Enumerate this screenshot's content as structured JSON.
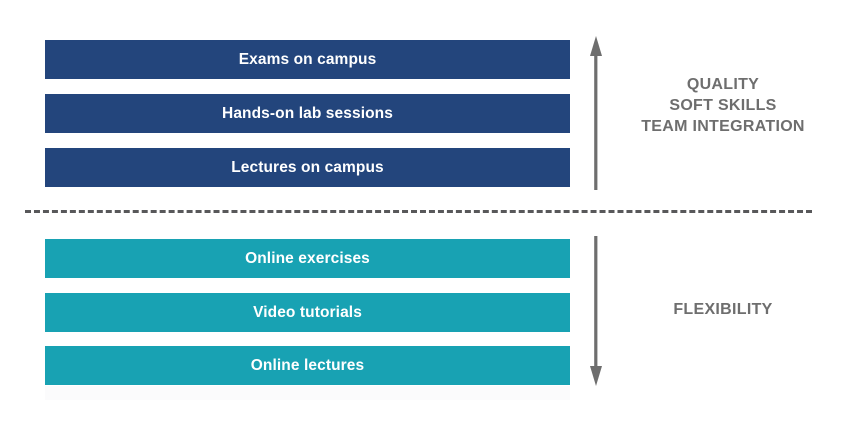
{
  "diagram": {
    "title_on_screen": "",
    "colors": {
      "campus_bar": "#23457C",
      "online_bar": "#18A2B3",
      "label_text": "#6E6E6E",
      "bar_text": "#FFFFFF",
      "divider": "#58585A",
      "arrow": "#6E6E6E",
      "background": "#FFFFFF"
    },
    "groups": [
      {
        "id": "on-campus",
        "bars": [
          {
            "label": "Exams on campus"
          },
          {
            "label": "Hands-on lab sessions"
          },
          {
            "label": "Lectures on campus"
          }
        ],
        "arrow": {
          "direction": "up",
          "name": "up-arrow-icon"
        },
        "side_label_lines": [
          "QUALITY",
          "SOFT SKILLS",
          "TEAM INTEGRATION"
        ]
      },
      {
        "id": "online",
        "bars": [
          {
            "label": "Online exercises"
          },
          {
            "label": "Video tutorials"
          },
          {
            "label": "Online lectures"
          }
        ],
        "arrow": {
          "direction": "down",
          "name": "down-arrow-icon"
        },
        "side_label_lines": [
          "FLEXIBILITY"
        ]
      }
    ]
  }
}
